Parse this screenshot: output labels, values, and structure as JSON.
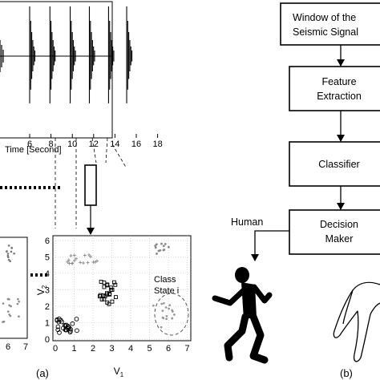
{
  "panel_a": {
    "waveform": {
      "xlabel": "Time [Second]",
      "x_ticks": [
        "6",
        "8",
        "10",
        "12",
        "14",
        "16",
        "18"
      ],
      "burst_times": [
        6.0,
        7.9,
        9.8,
        11.6,
        13.4,
        15.1
      ]
    },
    "scatter_left": {
      "x_ticks": [
        "6",
        "7"
      ]
    },
    "scatter_right": {
      "x_ticks": [
        "0",
        "1",
        "2",
        "3",
        "4",
        "5",
        "6",
        "7"
      ],
      "y_ticks": [
        "0",
        "1",
        "2",
        "3",
        "4",
        "5",
        "6"
      ],
      "xlabel_main": "V",
      "xlabel_sub": "1",
      "ylabel_main": "V",
      "ylabel_sub": "2",
      "annotation_line1": "Class",
      "annotation_line2": "State i"
    },
    "caption": "(a)"
  },
  "panel_b": {
    "flow": {
      "box1_line1": "Window of the",
      "box1_line2": "Seismic Signal",
      "box2_line1": "Feature",
      "box2_line2": "Extraction",
      "box3": "Classifier",
      "box4_line1": "Decision",
      "box4_line2": "Maker",
      "output_label": "Human"
    },
    "caption": "(b)"
  }
}
